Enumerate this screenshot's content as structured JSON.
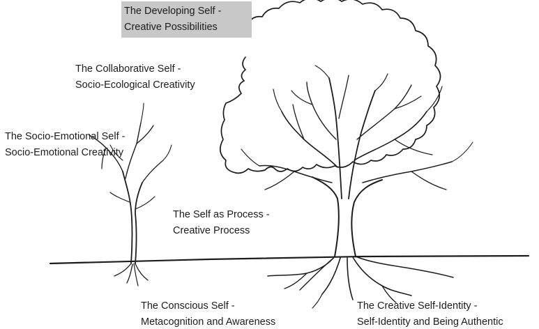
{
  "labels": {
    "developing": {
      "line1": "The Developing Self -",
      "line2": "Creative Possibilities"
    },
    "collaborative": {
      "line1": "The Collaborative Self -",
      "line2": "Socio-Ecological Creativity"
    },
    "socio_emotional": {
      "line1": "The Socio-Emotional Self -",
      "line2": "Socio-Emotional Creativity"
    },
    "process": {
      "line1": "The Self as Process -",
      "line2": "Creative Process"
    },
    "conscious": {
      "line1": "The Conscious Self -",
      "line2": "Metacognition and Awareness"
    },
    "identity": {
      "line1": "The Creative Self-Identity -",
      "line2": "Self-Identity and Being Authentic"
    }
  },
  "colors": {
    "ink": "#1c1c1c",
    "highlight": "#c8c8c8",
    "background": "#ffffff"
  }
}
